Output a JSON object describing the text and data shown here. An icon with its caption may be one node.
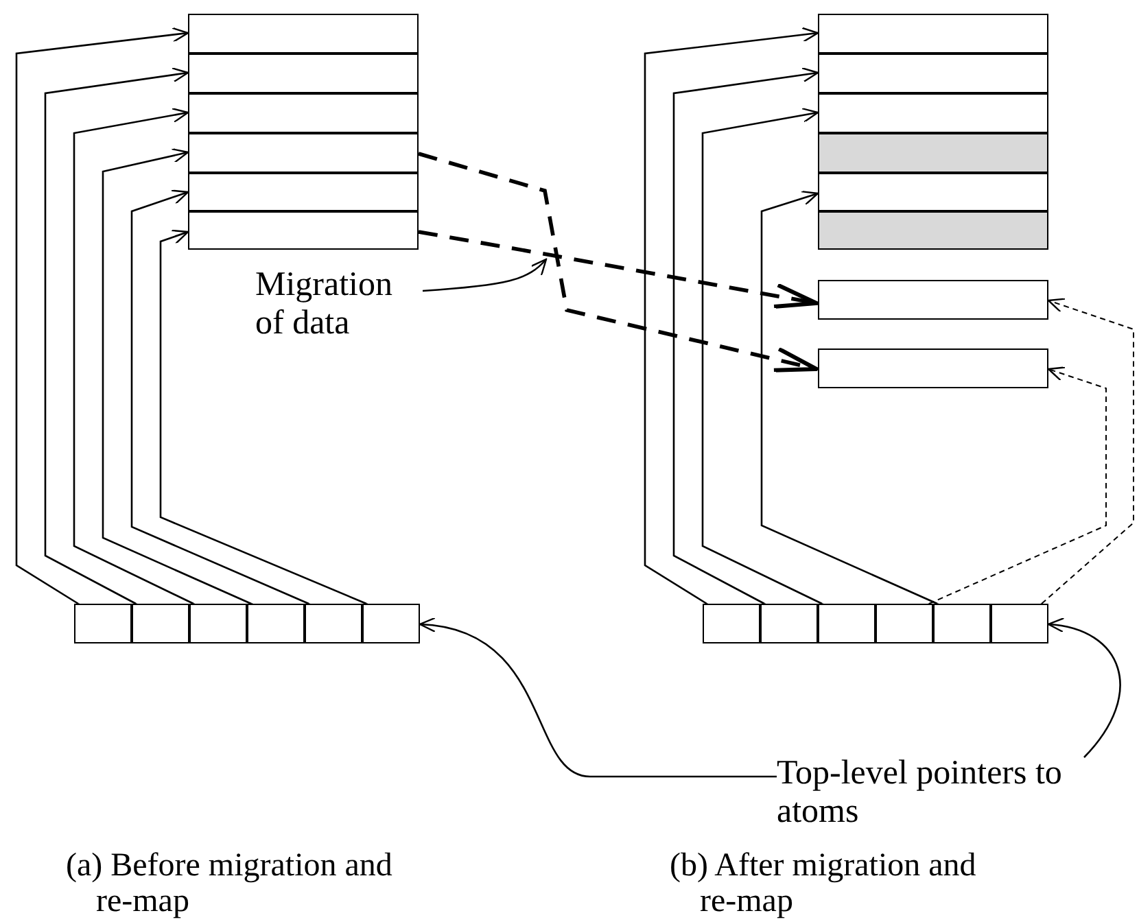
{
  "diagram": {
    "nodes": [
      {
        "text": [],
        "shape": "box"
      },
      {
        "text": [],
        "shape": "box"
      },
      {
        "text": [],
        "shape": "box"
      },
      {
        "text": [],
        "shape": "box"
      },
      {
        "text": [],
        "shape": "box"
      },
      {
        "text": [],
        "shape": "box"
      },
      {
        "text": [],
        "shape": "box"
      },
      {
        "text": [],
        "shape": "box"
      },
      {
        "text": [],
        "shape": "box"
      },
      {
        "text": [],
        "shape": "box"
      },
      {
        "text": [],
        "shape": "box"
      },
      {
        "text": [],
        "shape": "box"
      },
      {
        "text": [],
        "shape": "box"
      },
      {
        "text": [],
        "shape": "box"
      },
      {
        "text": [
          "Migration of data"
        ]
      },
      {
        "text": [],
        "shape": "box"
      },
      {
        "text": [],
        "shape": "box"
      },
      {
        "text": [],
        "shape": "box"
      },
      {
        "text": [],
        "shape": "box"
      },
      {
        "text": [],
        "shape": "box"
      },
      {
        "text": [],
        "shape": "box"
      },
      {
        "text": [],
        "shape": "box"
      },
      {
        "text": [],
        "shape": "box"
      },
      {
        "text": [],
        "shape": "box"
      },
      {
        "text": [],
        "shape": "box"
      },
      {
        "text": [],
        "shape": "box"
      },
      {
        "text": [],
        "shape": "box"
      },
      {
        "text": [
          "Top-level pointers to atoms"
        ]
      }
    ],
    "edges": [
      {
        "from": 15,
        "to": 0,
        "arrow": "to"
      },
      {
        "from": 16,
        "to": 1,
        "arrow": "to"
      },
      {
        "from": 17,
        "to": 2,
        "arrow": "to"
      },
      {
        "from": 18,
        "to": 3,
        "arrow": "to"
      },
      {
        "from": 19,
        "to": 4,
        "arrow": "to"
      },
      {
        "from": 20,
        "to": 5,
        "arrow": "to"
      },
      {
        "from": 21,
        "to": 6,
        "arrow": "to"
      },
      {
        "from": 22,
        "to": 7,
        "arrow": "to"
      },
      {
        "from": 23,
        "to": 8,
        "arrow": "to"
      },
      {
        "from": 25,
        "to": 10,
        "arrow": "to"
      },
      {
        "from": 24,
        "to": 13,
        "arrow": "to",
        "style": "dashed"
      },
      {
        "from": 26,
        "to": 12,
        "arrow": "to",
        "style": "dashed"
      },
      {
        "from": 3,
        "to": 13,
        "arrow": "to",
        "style": "dashed"
      },
      {
        "from": 5,
        "to": 12,
        "arrow": "to",
        "style": "dashed"
      },
      {
        "from": 14,
        "to": null,
        "arrow": "to"
      },
      {
        "from": 27,
        "to": 20,
        "arrow": "to"
      },
      {
        "from": 27,
        "to": 26,
        "arrow": "to"
      }
    ],
    "labels": [
      "(a) Before migration and re-map",
      "(b) After migration and re-map"
    ]
  }
}
